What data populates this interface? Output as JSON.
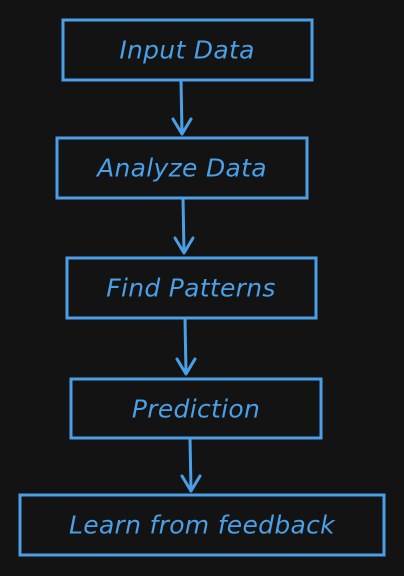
{
  "diagram": {
    "type": "flowchart",
    "direction": "top-to-bottom",
    "colors": {
      "background": "#131313",
      "accent": "#4a9fe6"
    },
    "nodes": [
      {
        "id": "input",
        "label": "Input Data"
      },
      {
        "id": "analyze",
        "label": "Analyze Data"
      },
      {
        "id": "patterns",
        "label": "Find Patterns"
      },
      {
        "id": "prediction",
        "label": "Prediction"
      },
      {
        "id": "learn",
        "label": "Learn from feedback"
      }
    ],
    "edges": [
      {
        "from": "input",
        "to": "analyze"
      },
      {
        "from": "analyze",
        "to": "patterns"
      },
      {
        "from": "patterns",
        "to": "prediction"
      },
      {
        "from": "prediction",
        "to": "learn"
      }
    ]
  }
}
